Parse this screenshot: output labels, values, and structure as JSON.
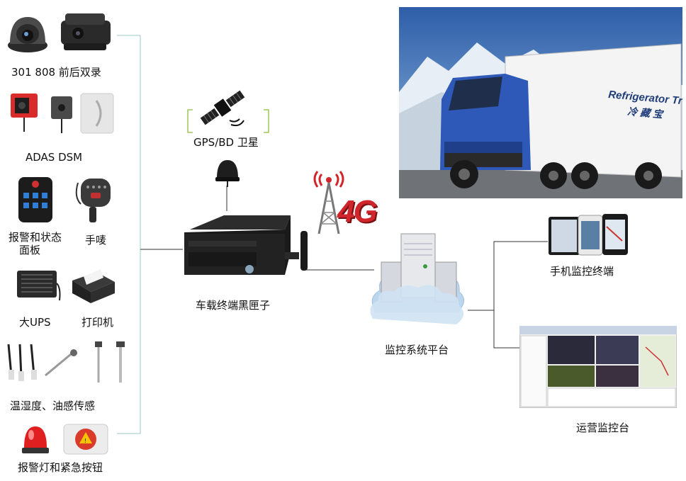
{
  "devices_left": {
    "cameras_label": "301 808 前后双录",
    "adas_label": "ADAS DSM",
    "alarm_panel_label_line1": "报警和状态",
    "alarm_panel_label_line2": "面板",
    "handheld_mic_label": "手唛",
    "ups_label": "大UPS",
    "printer_label": "打印机",
    "sensors_label": "温湿度、油感传感",
    "alarm_light_label": "报警灯和紧急按钮"
  },
  "center": {
    "satellite_label": "GPS/BD 卫星",
    "network_label": "4G",
    "mdvr_label": "车载终端黑匣子"
  },
  "right": {
    "truck_text_line1": "Refrigerator Truck",
    "truck_text_line2": "冷 藏 宝",
    "platform_label": "监控系统平台",
    "mobile_label": "手机监控终端",
    "ops_label": "运营监控台"
  },
  "colors": {
    "line": "#333333",
    "accent_bracket": "#8cbf40",
    "tower_red": "#d0252a",
    "sky": "#3d6fb5",
    "cloud": "#bcd6ee"
  }
}
